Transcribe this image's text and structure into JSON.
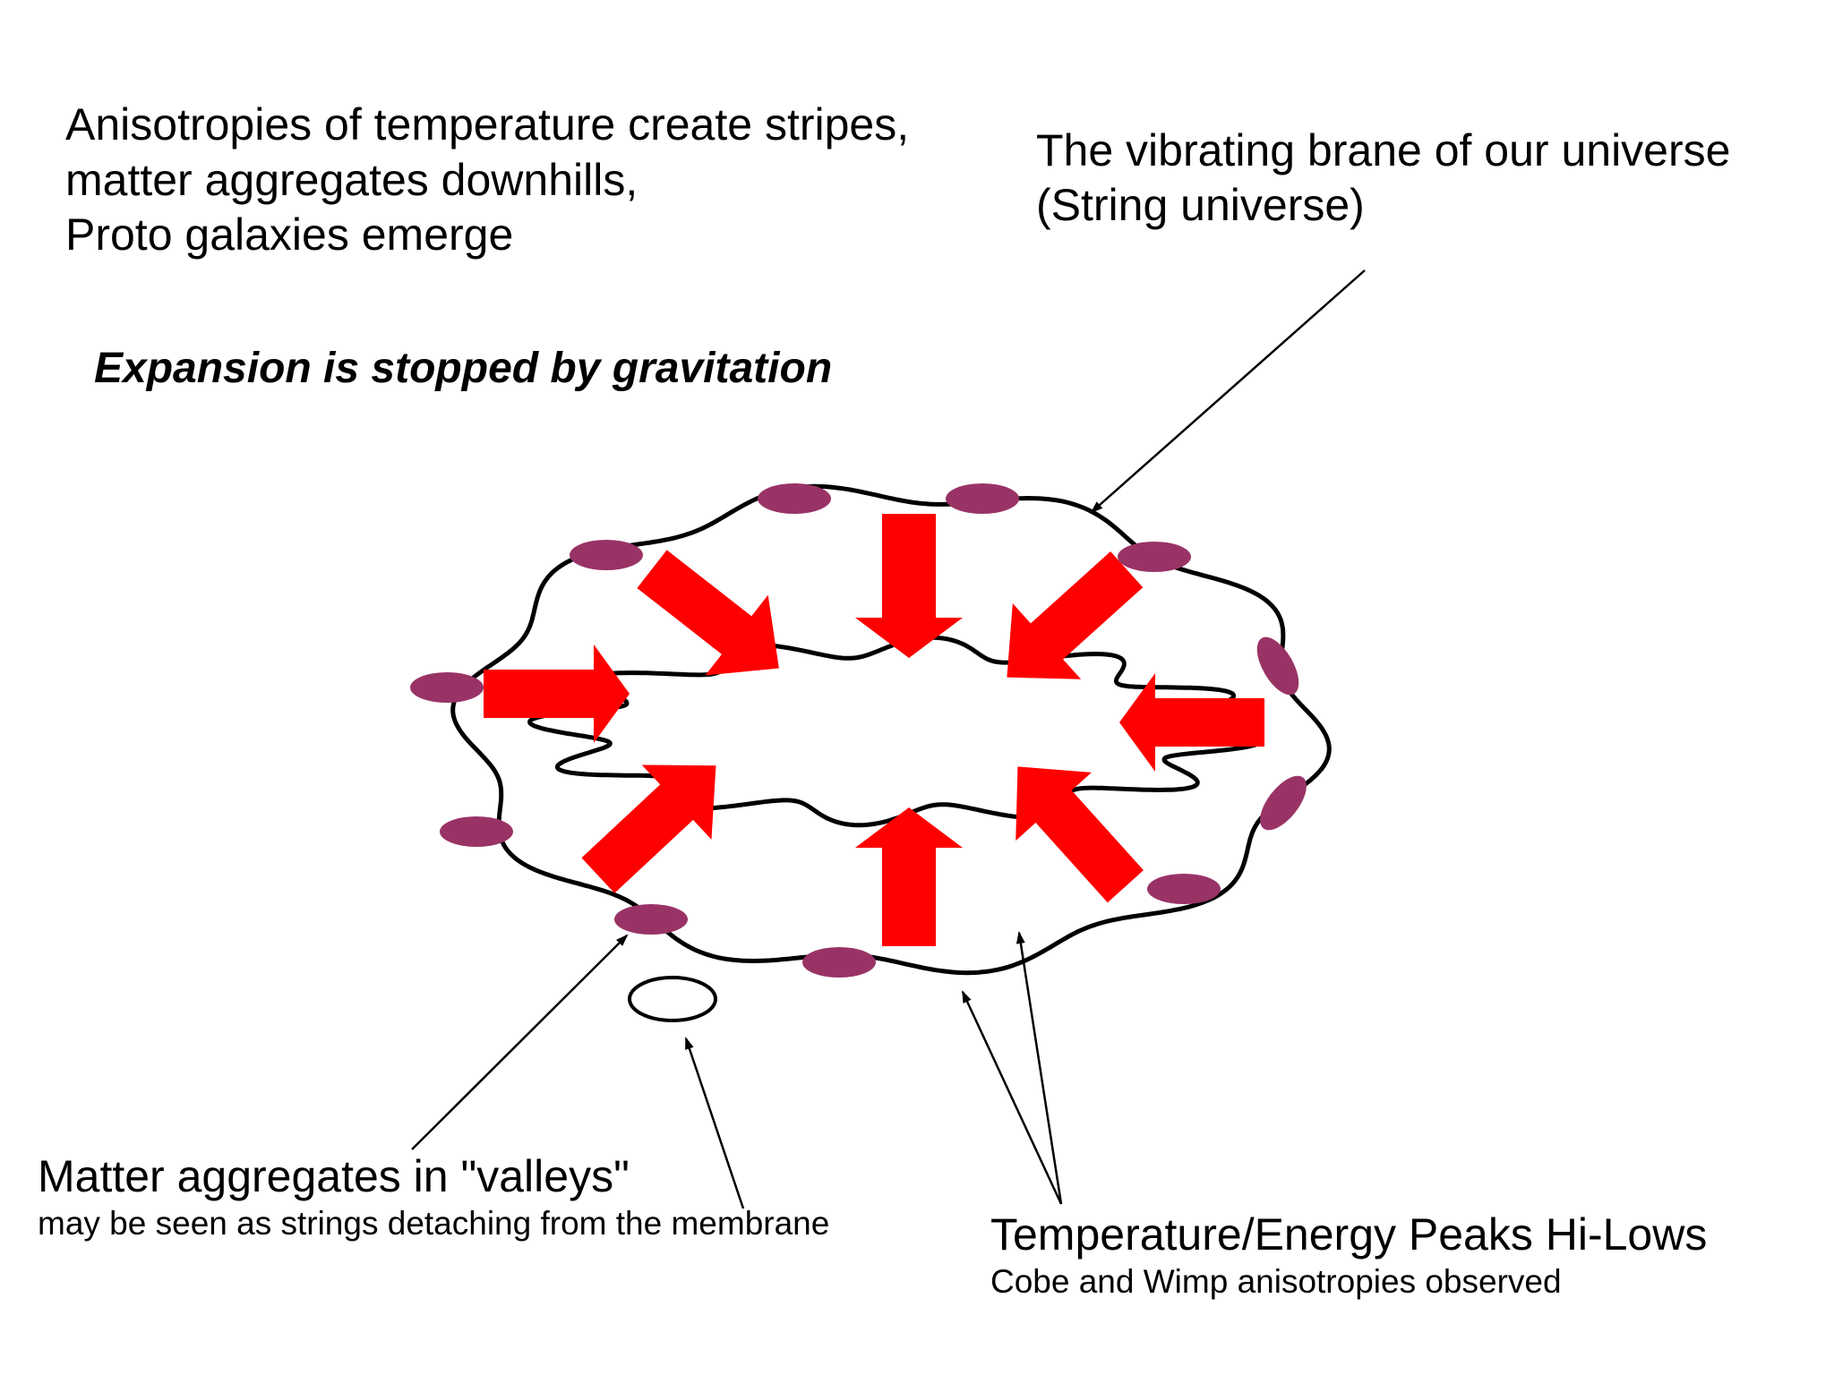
{
  "texts": {
    "top_left_line1": "Anisotropies of temperature create stripes,",
    "top_left_line2": "matter aggregates downhills,",
    "top_left_line3": "Proto galaxies emerge",
    "top_right_line1": "The vibrating brane of our universe",
    "top_right_line2": "(String universe)",
    "subtitle": "Expansion is stopped by gravitation",
    "bottom_left_main": "Matter aggregates in \"valleys\"",
    "bottom_left_sub": "may be seen as strings detaching from the membrane",
    "bottom_right_main": "Temperature/Energy Peaks Hi-Lows",
    "bottom_right_sub": "Cobe and Wimp anisotropies observed"
  },
  "colors": {
    "arrow_red": "#ff0000",
    "blob_purple": "#993366",
    "outline": "#000000"
  }
}
